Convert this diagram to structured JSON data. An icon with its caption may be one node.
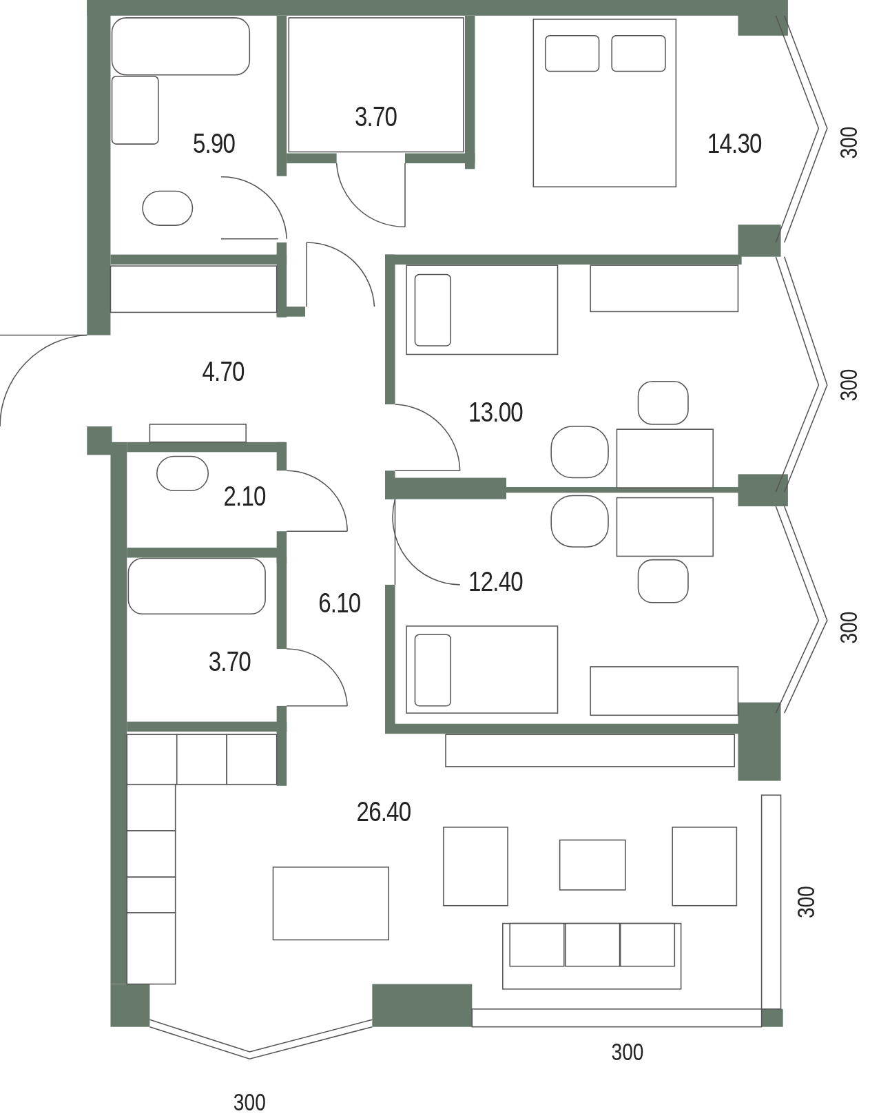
{
  "diagram": {
    "nodes": [
      {
        "text": [
          "5.90"
        ]
      },
      {
        "text": [
          "3.70"
        ]
      },
      {
        "text": [
          "14.30"
        ]
      },
      {
        "text": [
          "4.70"
        ]
      },
      {
        "text": [
          "13.00"
        ]
      },
      {
        "text": [
          "2.10"
        ]
      },
      {
        "text": [
          "6.10"
        ]
      },
      {
        "text": [
          "12.40"
        ]
      },
      {
        "text": [
          "3.70"
        ]
      },
      {
        "text": [
          "26.40"
        ]
      }
    ],
    "edges": [],
    "labels": [
      "300",
      "300",
      "300",
      "300",
      "300",
      "300"
    ]
  }
}
